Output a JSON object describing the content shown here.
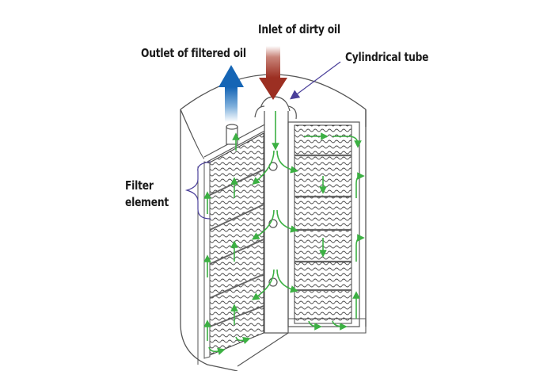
{
  "title": "Oil filter cross-section",
  "labels": {
    "inlet": "Inlet of dirty oil",
    "outlet": "Outlet of filtered oil",
    "tube": "Cylindrical tube",
    "filter_line1": "Filter",
    "filter_line2": "element"
  },
  "colors": {
    "inlet_arrow": "#a0392a",
    "outlet_arrow": "#1e6fb8",
    "flow_arrows": "#3cb043",
    "pointer": "#4a3f9a",
    "outline": "#555555"
  }
}
